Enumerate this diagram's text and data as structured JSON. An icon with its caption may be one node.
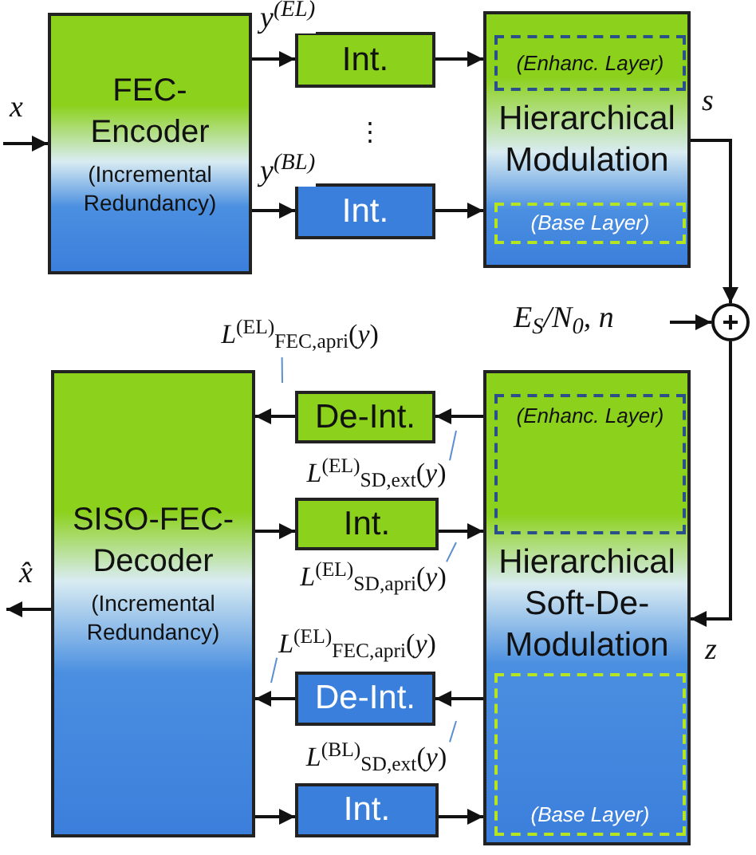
{
  "diagram": {
    "nodes": [
      {
        "text": [
          "FEC-Encoder",
          "(Incremental Redundancy)"
        ]
      },
      {
        "text": [
          "Int."
        ]
      },
      {
        "text": [
          "Int."
        ]
      },
      {
        "text": [
          "Hierarchical Modulation"
        ]
      },
      {
        "text": [
          "(Enhanc. Layer)"
        ],
        "in": 3
      },
      {
        "text": [
          "(Base Layer)"
        ],
        "in": 3
      },
      {
        "text": [
          "+"
        ]
      },
      {
        "text": [
          "SISO-FEC-Decoder",
          "(Incremental Redundancy)"
        ]
      },
      {
        "text": [
          "De-Int."
        ]
      },
      {
        "text": [
          "Int."
        ]
      },
      {
        "text": [
          "De-Int."
        ]
      },
      {
        "text": [
          "Int."
        ]
      },
      {
        "text": [
          "Hierarchical Soft-De-Modulation"
        ]
      },
      {
        "text": [
          "(Enhanc. Layer)"
        ],
        "in": 12
      },
      {
        "text": [
          "(Base Layer)"
        ],
        "in": 12
      },
      {
        "text": [
          "*L*$^{(EL)}$$_{FEC,apri}$(*y*)"
        ]
      },
      {
        "text": [
          "*L*$^{(EL)}$$_{SD,ext}$(*y*)"
        ]
      },
      {
        "text": [
          "*L*$^{(EL)}$$_{SD,apri}$(*y*)"
        ]
      },
      {
        "text": [
          "*L*$^{(EL)}$$_{FEC,apri}$(*y*)"
        ]
      },
      {
        "text": [
          "*L*$^{(BL)}$$_{SD,ext}$(*y*)"
        ]
      }
    ],
    "edges": [
      {
        "from": null,
        "to": 0,
        "arrow": "to",
        "label": "x"
      },
      {
        "from": 0,
        "to": 1,
        "arrow": "to",
        "label": "*y*$^{(EL)}$"
      },
      {
        "from": 0,
        "to": 2,
        "arrow": "to",
        "label": "*y*$^{(BL)}$"
      },
      {
        "from": 1,
        "to": 3,
        "arrow": "to"
      },
      {
        "from": 2,
        "to": 3,
        "arrow": "to"
      },
      {
        "from": 3,
        "to": 6,
        "arrow": "to",
        "label": "s"
      },
      {
        "from": null,
        "to": 6,
        "arrow": "to",
        "label": "*E*$_{S}$/*N*$_{0}$, *n*"
      },
      {
        "from": 6,
        "to": 12,
        "arrow": "to",
        "label": "z"
      },
      {
        "from": 12,
        "to": 8,
        "arrow": "to"
      },
      {
        "from": 8,
        "to": 7,
        "arrow": "to"
      },
      {
        "from": 7,
        "to": 9,
        "arrow": "to"
      },
      {
        "from": 9,
        "to": 12,
        "arrow": "to"
      },
      {
        "from": 12,
        "to": 10,
        "arrow": "to"
      },
      {
        "from": 10,
        "to": 7,
        "arrow": "to"
      },
      {
        "from": 7,
        "to": 11,
        "arrow": "to"
      },
      {
        "from": 11,
        "to": 12,
        "arrow": "to"
      },
      {
        "from": 7,
        "to": null,
        "arrow": "to",
        "label": "x̂"
      },
      {
        "from": 15,
        "to": null,
        "arrow": "none",
        "color": "#5b8fd0"
      },
      {
        "from": 16,
        "to": null,
        "arrow": "none",
        "color": "#5b8fd0"
      },
      {
        "from": 17,
        "to": null,
        "arrow": "none",
        "color": "#5b8fd0"
      },
      {
        "from": 18,
        "to": null,
        "arrow": "none",
        "color": "#5b8fd0"
      },
      {
        "from": 19,
        "to": null,
        "arrow": "none",
        "color": "#5b8fd0"
      }
    ],
    "labels": [
      "⋮"
    ]
  }
}
